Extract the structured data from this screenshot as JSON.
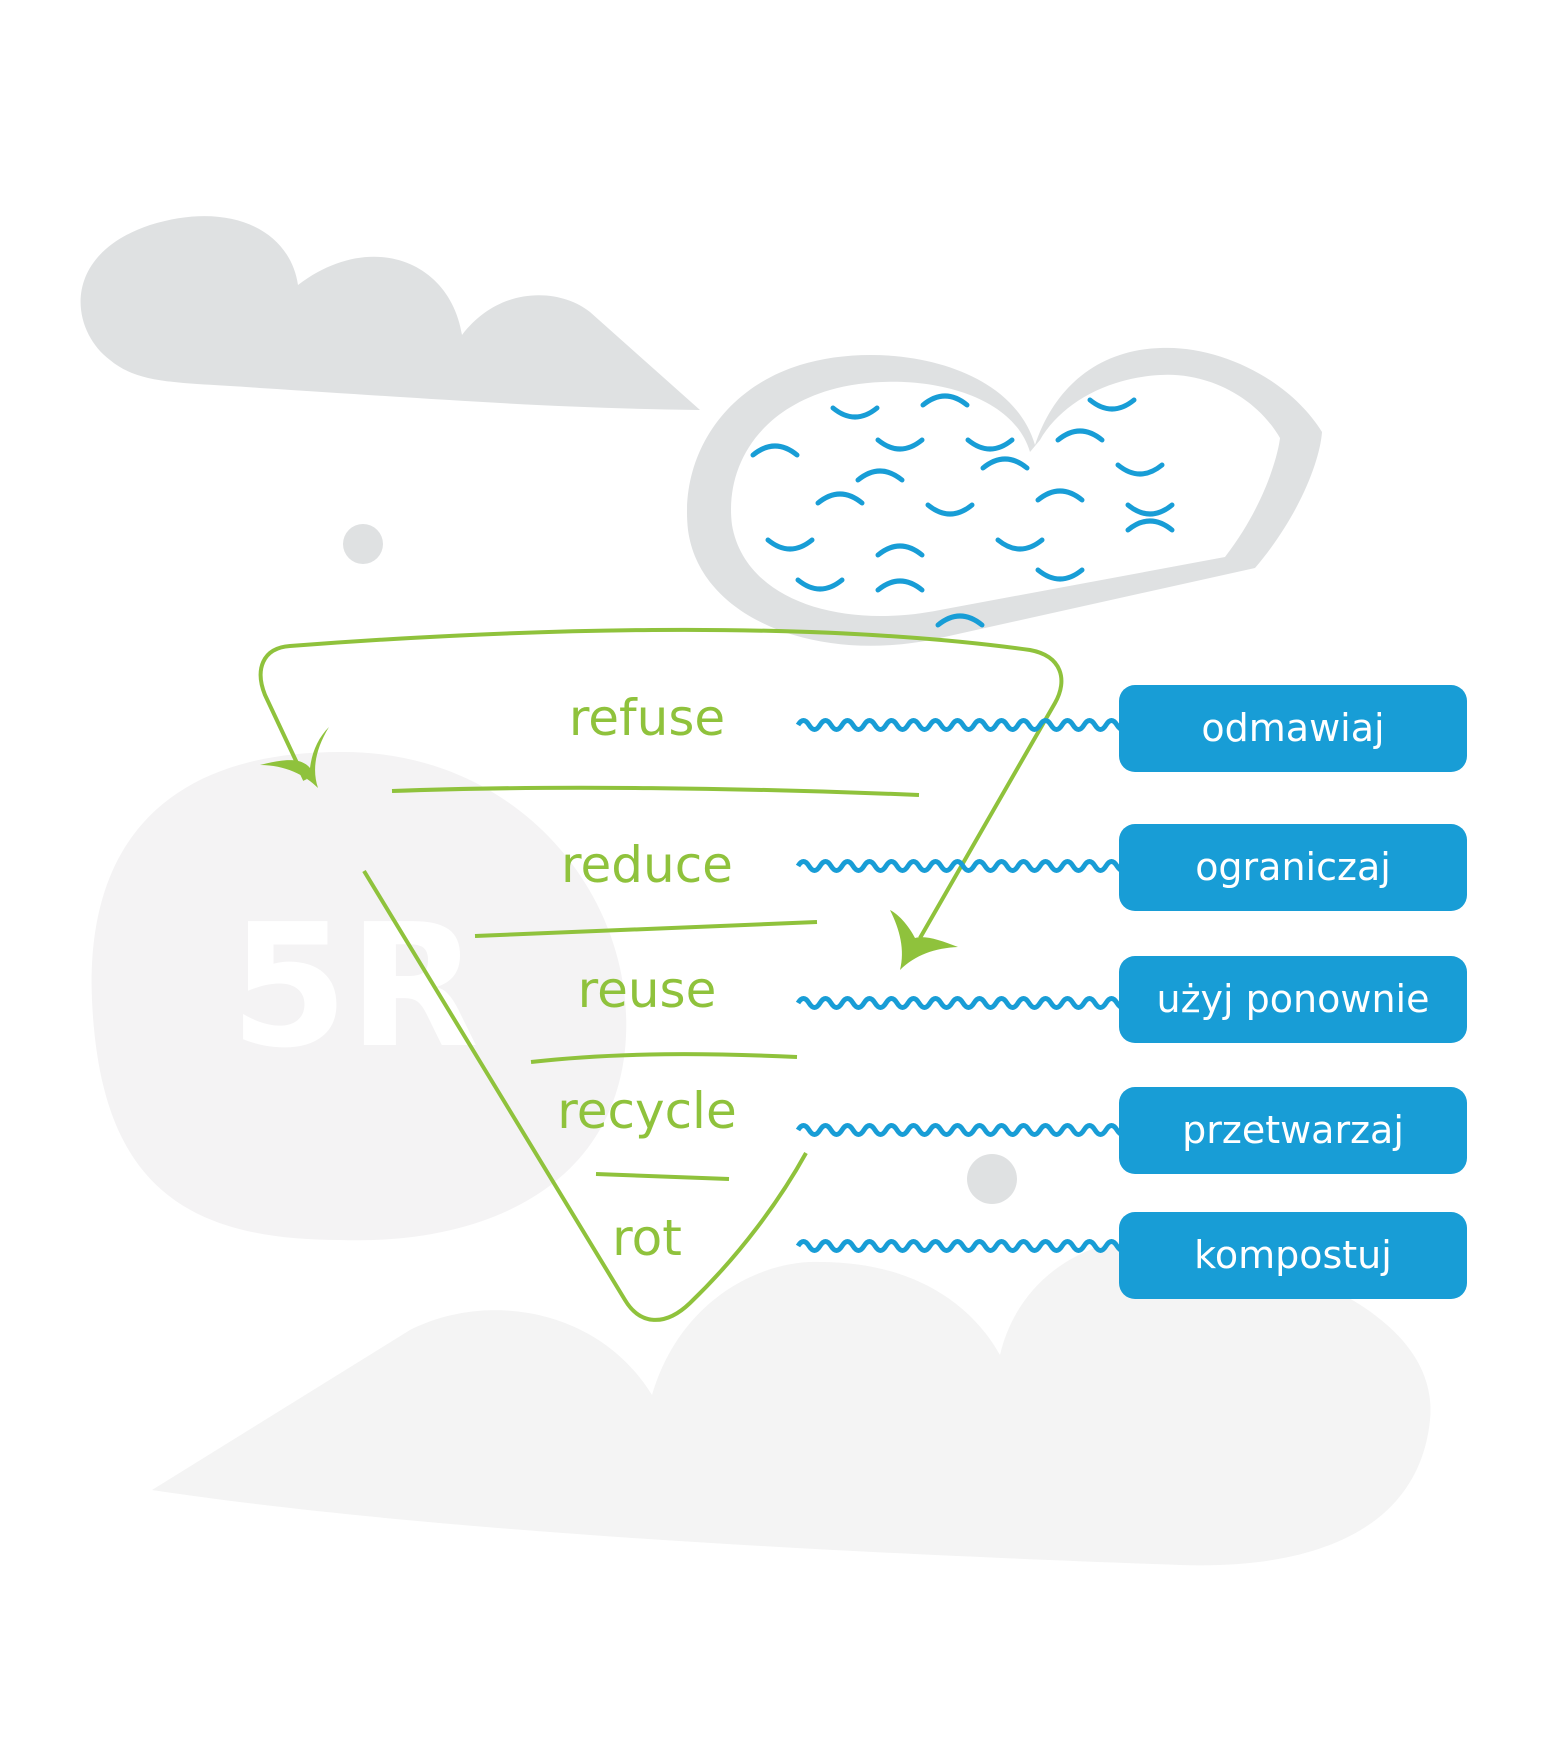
{
  "diagram": {
    "logo_text": "5R",
    "steps": [
      {
        "en": "refuse",
        "pl": "odmawiaj"
      },
      {
        "en": "reduce",
        "pl": "ograniczaj"
      },
      {
        "en": "reuse",
        "pl": "użyj ponownie"
      },
      {
        "en": "recycle",
        "pl": "przetwarzaj"
      },
      {
        "en": "rot",
        "pl": "kompostuj"
      }
    ]
  },
  "colors": {
    "green": "#8fc23c",
    "blue": "#189dd6",
    "gray": "#dfe1e2",
    "light": "#f4f4f4"
  }
}
